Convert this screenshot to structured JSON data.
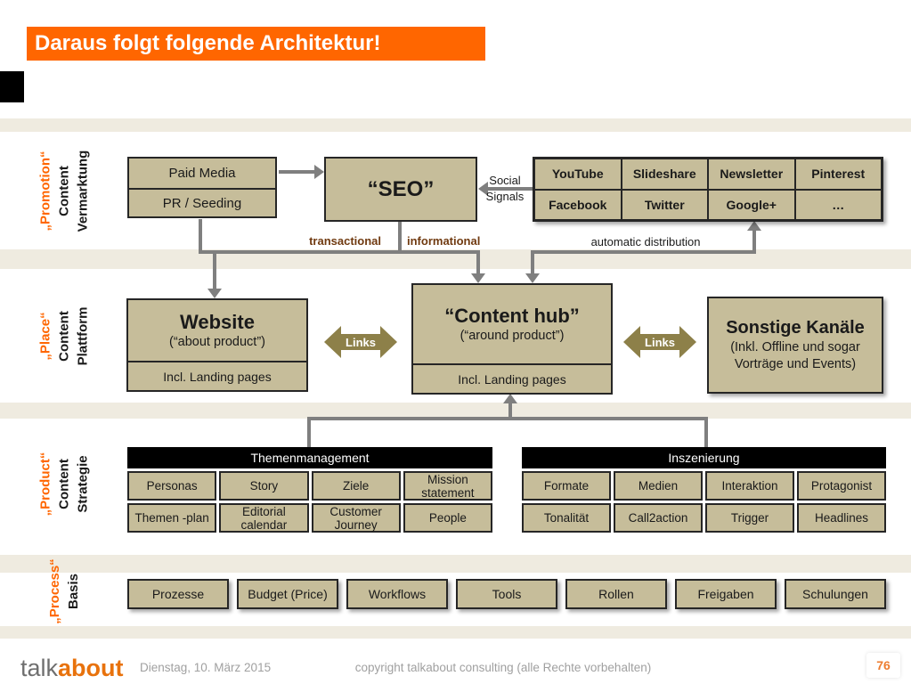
{
  "title": "Daraus folgt folgende Architektur!",
  "sections": {
    "promotion": {
      "tag": "„Promotion“",
      "line1": "Content",
      "line2": "Vermarktung"
    },
    "place": {
      "tag": "„Place“",
      "line1": "Content",
      "line2": "Plattform"
    },
    "product": {
      "tag": "„Product“",
      "line1": "Content",
      "line2": "Strategie"
    },
    "process": {
      "tag": "„Process“",
      "line1": "Basis"
    }
  },
  "promotion_row": {
    "paid_media": "Paid Media",
    "pr_seeding": "PR / Seeding",
    "seo": "“SEO”",
    "social_grid": {
      "rows": [
        [
          "YouTube",
          "Slideshare",
          "Newsletter",
          "Pinterest"
        ],
        [
          "Facebook",
          "Twitter",
          "Google+",
          "…"
        ]
      ]
    },
    "labels": {
      "social_signals_line1": "Social",
      "social_signals_line2": "Signals",
      "transactional": "transactional",
      "informational": "informational",
      "automatic_distribution": "automatic distribution"
    }
  },
  "place_row": {
    "website": {
      "title": "Website",
      "subtitle": "(“about product”)",
      "footer": "Incl. Landing pages"
    },
    "content_hub": {
      "title": "“Content hub”",
      "subtitle": "(“around product”)",
      "footer": "Incl. Landing pages"
    },
    "sonstige": {
      "title": "Sonstige Kanäle",
      "sub1": "(Inkl. Offline und sogar",
      "sub2": "Vorträge und Events)"
    },
    "links_label": "Links"
  },
  "product_row": {
    "table1": {
      "header": "Themenmanagement",
      "rows": [
        [
          "Personas",
          "Story",
          "Ziele",
          "Mission statement"
        ],
        [
          "Themen -plan",
          "Editorial calendar",
          "Customer Journey",
          "People"
        ]
      ]
    },
    "table2": {
      "header": "Inszenierung",
      "rows": [
        [
          "Formate",
          "Medien",
          "Interaktion",
          "Protagonist"
        ],
        [
          "Tonalität",
          "Call2action",
          "Trigger",
          "Headlines"
        ]
      ]
    }
  },
  "process_row": {
    "items": [
      "Prozesse",
      "Budget (Price)",
      "Workflows",
      "Tools",
      "Rollen",
      "Freigaben",
      "Schulungen"
    ]
  },
  "footer": {
    "logo_talk": "talk",
    "logo_about": "about",
    "date": "Dienstag, 10. März 2015",
    "copyright": "copyright talkabout consulting (alle Rechte vorbehalten)",
    "page": "76"
  },
  "colors": {
    "accent_orange": "#FF6600",
    "box_tan": "#C6BD9A",
    "links_olive": "#8D8049",
    "connector_gray": "#7F7F7F",
    "flow_label_brown": "#703A10",
    "background_beige": "#EFEBE0",
    "table_header_black": "#000000"
  }
}
